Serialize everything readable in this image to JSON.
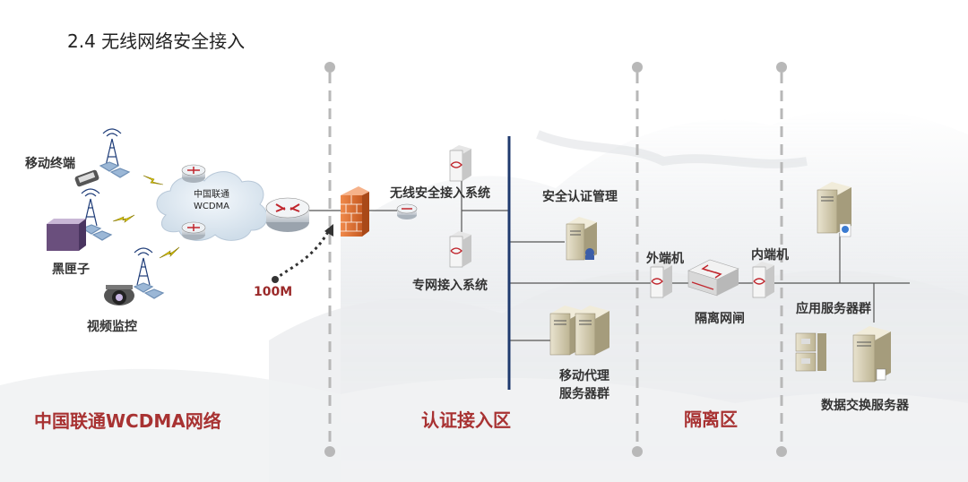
{
  "slide": {
    "title": "2.4 无线网络安全接入"
  },
  "nodes": {
    "mobile_terminal": "移动终端",
    "black_box": "黑匣子",
    "video_monitor": "视频监控",
    "cloud_line1": "中国联通",
    "cloud_line2": "WCDMA",
    "bandwidth": "100M",
    "wireless_access": "无线安全接入系统",
    "dedicated_access": "专网接入系统",
    "auth_mgmt": "安全认证管理",
    "mobile_proxy_line1": "移动代理",
    "mobile_proxy_line2": "服务器群",
    "outer_host": "外端机",
    "inner_host": "内端机",
    "isolation_gate": "隔离网闸",
    "app_servers": "应用服务器群",
    "data_exchange": "数据交换服务器"
  },
  "zones": {
    "wcdma_network": "中国联通WCDMA网络",
    "auth_zone": "认证接入区",
    "isolation_zone": "隔离区"
  },
  "colors": {
    "zone_text": "#a83232",
    "divider": "#b8b8b8",
    "bus": "#1f3a6e",
    "lightning": "#e6d200"
  }
}
